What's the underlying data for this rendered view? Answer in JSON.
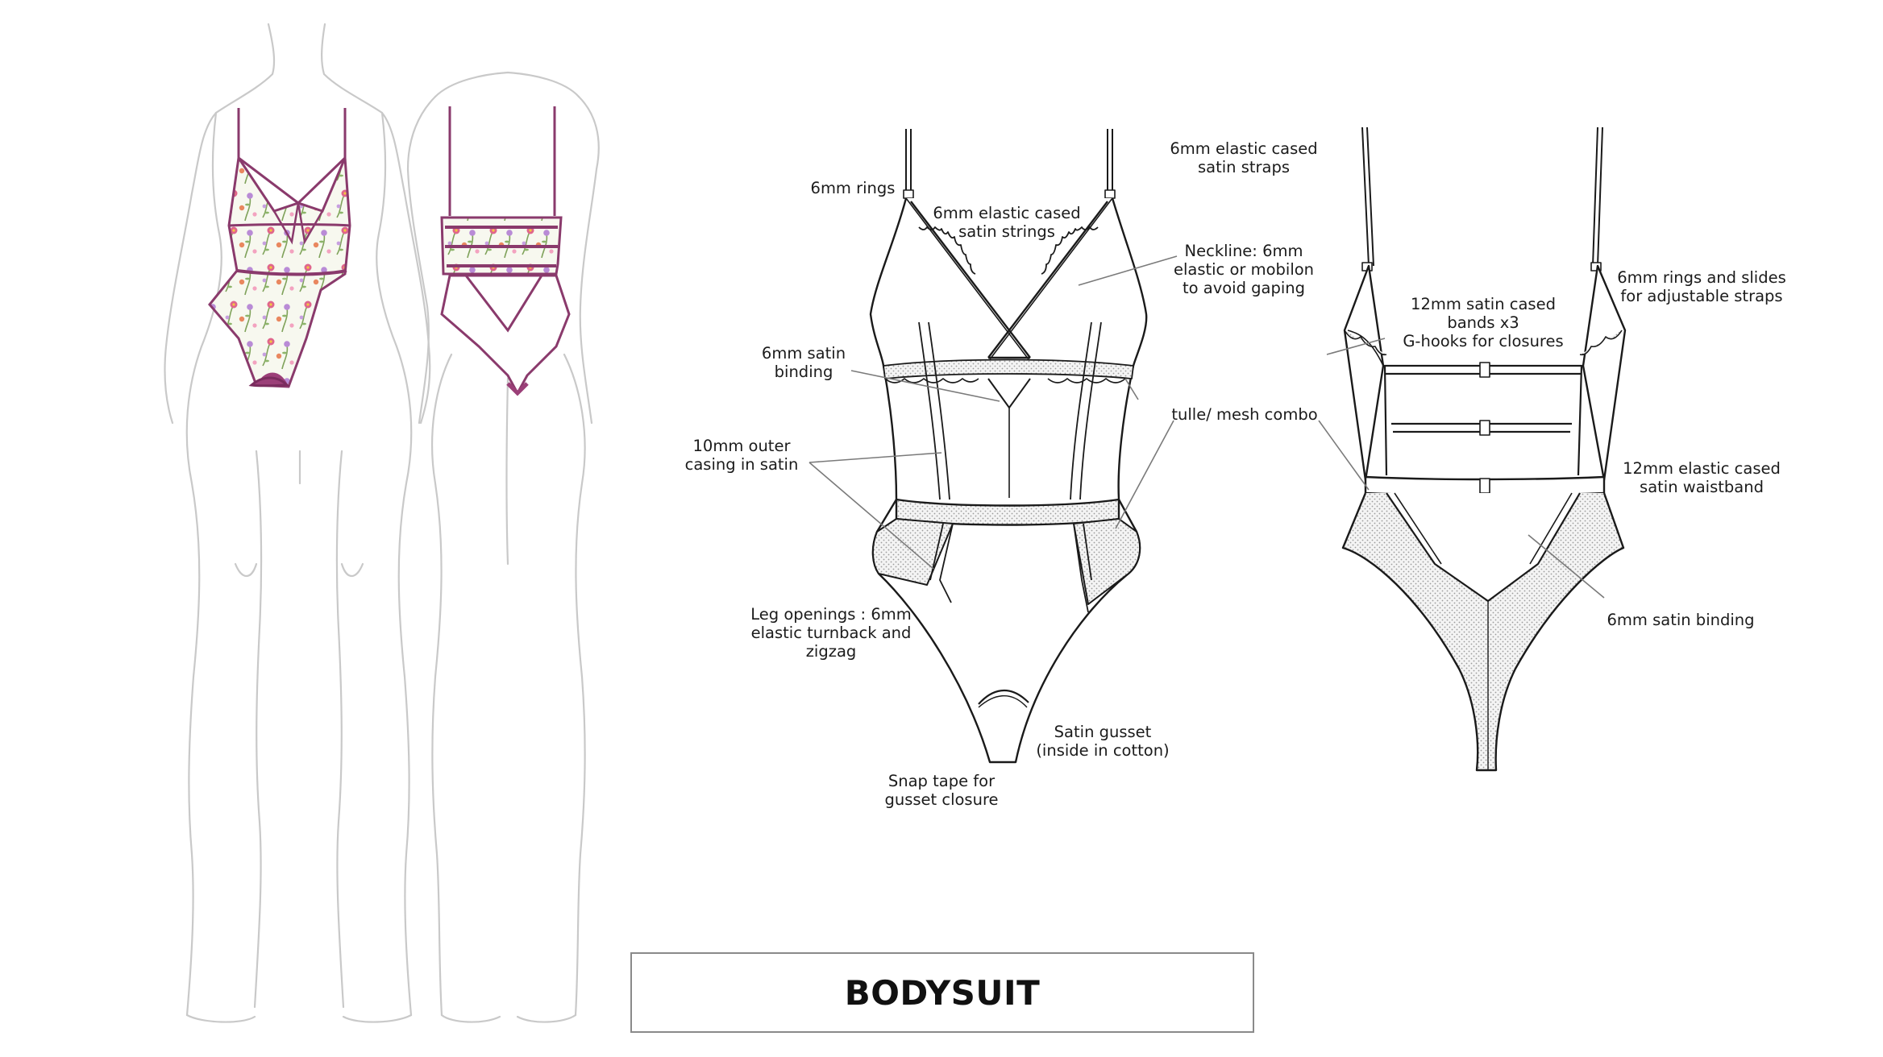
{
  "title": "BODYSUIT",
  "colors": {
    "line": "#1a1a1a",
    "accent": "#9b3f78",
    "accent_dark": "#7a2c5e",
    "croquis": "#c8c8c8",
    "mesh": "#d9d9d9"
  },
  "annotations": {
    "rings_6mm": "6mm rings",
    "elastic_cased_strings": "6mm elastic cased\nsatin strings",
    "elastic_cased_straps": "6mm elastic cased\nsatin straps",
    "neckline": "Neckline: 6mm\nelastic or mobilon\nto avoid gaping",
    "satin_binding_front": "6mm satin\nbinding",
    "tulle_mesh": "tulle/ mesh combo",
    "outer_casing": "10mm outer\ncasing in satin",
    "leg_openings": "Leg openings : 6mm\nelastic turnback and\nzigzag",
    "satin_gusset": "Satin gusset\n(inside in cotton)",
    "snap_tape": "Snap tape for\ngusset closure",
    "satin_cased_bands": "12mm satin cased\nbands x3\nG-hooks for closures",
    "rings_slides": "6mm rings and slides\nfor adjustable straps",
    "elastic_waistband": "12mm elastic cased\nsatin waistband",
    "satin_binding_back": "6mm satin binding"
  }
}
